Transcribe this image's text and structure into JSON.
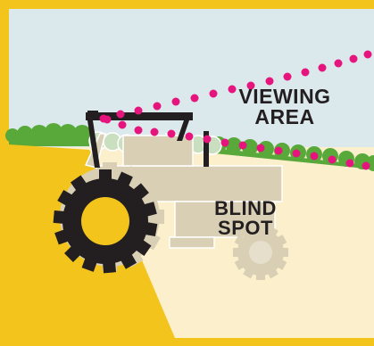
{
  "diagram": {
    "viewing_area": {
      "line1": "VIEWING",
      "line2": "AREA"
    },
    "blind_spot": {
      "line1": "BLIND",
      "line2": "SPOT"
    }
  },
  "colors": {
    "border": "#f2c41c",
    "sky": "#dbe9ec",
    "field": "#fbefcc",
    "blind_zone": "#f2c41c",
    "hedge": "#58a83a",
    "sightline_dots": "#e6157e",
    "tractor_dark": "#231f20",
    "tractor_faded": "#d8cfb5"
  }
}
